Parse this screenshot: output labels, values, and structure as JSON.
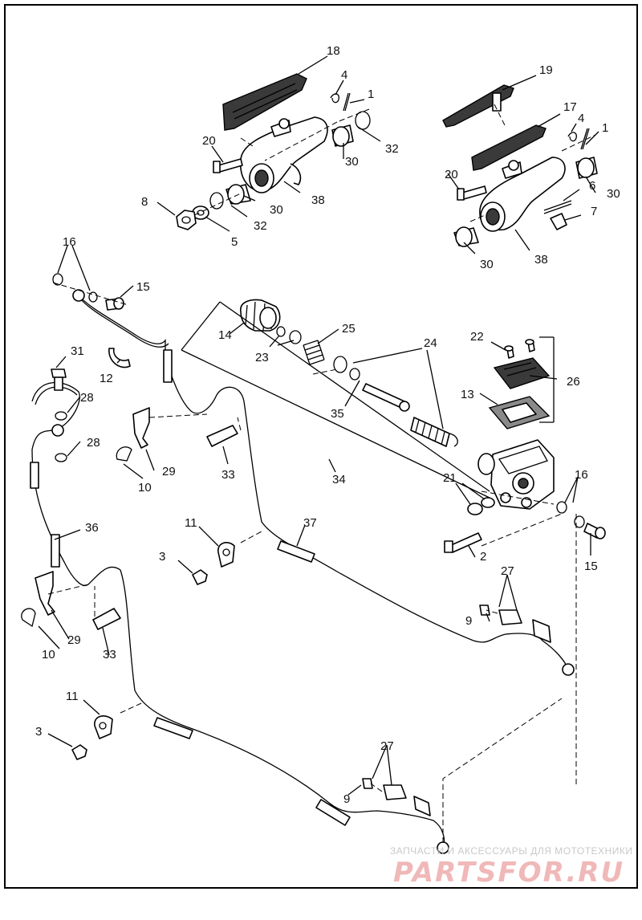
{
  "diagram": {
    "callouts": [
      {
        "id": "c1",
        "label": "18"
      },
      {
        "id": "c2",
        "label": "4"
      },
      {
        "id": "c3",
        "label": "1"
      },
      {
        "id": "c4",
        "label": "32"
      },
      {
        "id": "c5",
        "label": "20"
      },
      {
        "id": "c6",
        "label": "30"
      },
      {
        "id": "c7",
        "label": "38"
      },
      {
        "id": "c8",
        "label": "8"
      },
      {
        "id": "c9",
        "label": "5"
      },
      {
        "id": "c10",
        "label": "32"
      },
      {
        "id": "c11",
        "label": "30"
      },
      {
        "id": "c12",
        "label": "19"
      },
      {
        "id": "c13",
        "label": "17"
      },
      {
        "id": "c14",
        "label": "4"
      },
      {
        "id": "c15",
        "label": "1"
      },
      {
        "id": "c16",
        "label": "20"
      },
      {
        "id": "c17",
        "label": "30"
      },
      {
        "id": "c18",
        "label": "6"
      },
      {
        "id": "c19",
        "label": "7"
      },
      {
        "id": "c20",
        "label": "30"
      },
      {
        "id": "c21",
        "label": "38"
      },
      {
        "id": "c22",
        "label": "16"
      },
      {
        "id": "c23",
        "label": "15"
      },
      {
        "id": "c24",
        "label": "14"
      },
      {
        "id": "c25",
        "label": "25"
      },
      {
        "id": "c26",
        "label": "23"
      },
      {
        "id": "c27",
        "label": "24"
      },
      {
        "id": "c28",
        "label": "31"
      },
      {
        "id": "c29",
        "label": "12"
      },
      {
        "id": "c30",
        "label": "22"
      },
      {
        "id": "c31",
        "label": "26"
      },
      {
        "id": "c32",
        "label": "13"
      },
      {
        "id": "c33",
        "label": "28"
      },
      {
        "id": "c34",
        "label": "35"
      },
      {
        "id": "c35",
        "label": "28"
      },
      {
        "id": "c36",
        "label": "29"
      },
      {
        "id": "c37",
        "label": "33"
      },
      {
        "id": "c38",
        "label": "10"
      },
      {
        "id": "c39",
        "label": "34"
      },
      {
        "id": "c40",
        "label": "21"
      },
      {
        "id": "c41",
        "label": "16"
      },
      {
        "id": "c42",
        "label": "36"
      },
      {
        "id": "c43",
        "label": "11"
      },
      {
        "id": "c44",
        "label": "37"
      },
      {
        "id": "c45",
        "label": "2"
      },
      {
        "id": "c46",
        "label": "15"
      },
      {
        "id": "c47",
        "label": "3"
      },
      {
        "id": "c48",
        "label": "27"
      },
      {
        "id": "c49",
        "label": "9"
      },
      {
        "id": "c50",
        "label": "10"
      },
      {
        "id": "c51",
        "label": "29"
      },
      {
        "id": "c52",
        "label": "33"
      },
      {
        "id": "c53",
        "label": "11"
      },
      {
        "id": "c54",
        "label": "3"
      },
      {
        "id": "c55",
        "label": "27"
      },
      {
        "id": "c56",
        "label": "9"
      }
    ]
  },
  "watermark": {
    "caption": "ЗАПЧАСТИ И АКСЕССУАРЫ ДЛЯ МОТОТЕХНИКИ",
    "logo": "PARTSFOR.RU"
  }
}
